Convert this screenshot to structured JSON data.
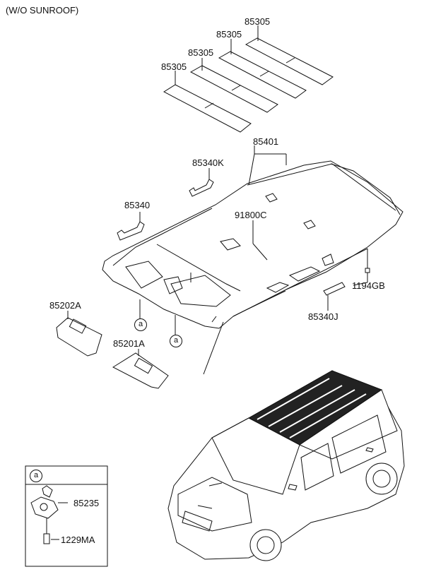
{
  "header": {
    "variant": "(W/O SUNROOF)"
  },
  "parts": {
    "p85305_a": "85305",
    "p85305_b": "85305",
    "p85305_c": "85305",
    "p85305_d": "85305",
    "p85401": "85401",
    "p91800c": "91800C",
    "p85340k": "85340K",
    "p85340": "85340",
    "p85202a": "85202A",
    "p85201a": "85201A",
    "p1194gb": "1194GB",
    "p85340j": "85340J"
  },
  "markers": {
    "ref_a1": "a",
    "ref_a2": "a"
  },
  "detail_box": {
    "ref": "a",
    "p85235": "85235",
    "p1229ma": "1229MA"
  },
  "colors": {
    "line": "#111111",
    "fill": "#ffffff",
    "roof": "#222222"
  }
}
